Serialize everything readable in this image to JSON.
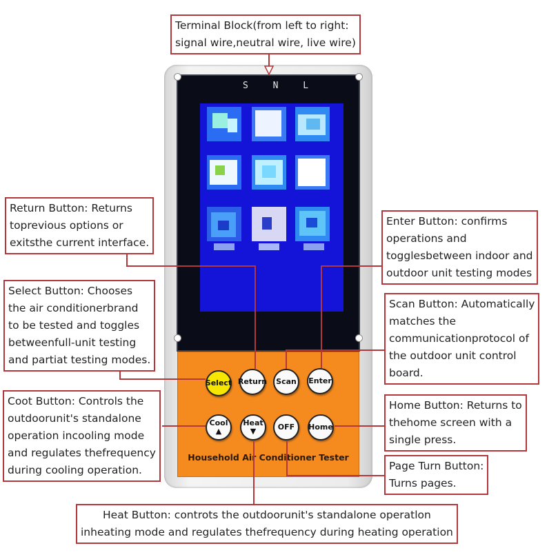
{
  "colors": {
    "callout_border": "#b3363a",
    "panel": "#f58a1f",
    "screen": "#1414d8",
    "select_button": "#f7e600"
  },
  "device": {
    "terminal_label": "S N L",
    "panel_title": "Household Air Conditioner Tester",
    "buttons": {
      "select": "Select",
      "return": "Return",
      "scan": "Scan",
      "enter": "Enter",
      "cool": "Cool",
      "heat": "Heat",
      "off": "OFF",
      "home": "Home",
      "cool_icon": "up-triangle-icon",
      "heat_icon": "down-triangle-icon"
    }
  },
  "callouts": {
    "terminal": [
      "Terminal Block(from left to right:",
      "signal wire,neutral wire, live wire)"
    ],
    "return": [
      "Return Button: Returns",
      "toprevious options or",
      "exitsthe current interface."
    ],
    "enter": [
      "Enter Button: confirms",
      "operations and",
      "togglesbetween indoor and",
      "outdoor unit testing modes"
    ],
    "select": [
      "Select Button: Chooses",
      "the air conditionerbrand",
      "to be tested and toggles",
      "betweenfull-unit testing",
      "and partiat testing modes."
    ],
    "scan": [
      "Scan Button: Automatically",
      "matches the",
      "communicationprotocol of",
      "the outdoor unit control",
      "board."
    ],
    "cool": [
      "Coot Button: Controls the",
      "outdoorunit's standalone",
      "operation incooling mode",
      "and regulates thefrequency",
      "during cooling operation."
    ],
    "home": [
      "Home Button: Returns to",
      "thehome screen with a",
      "single press."
    ],
    "page_turn": [
      "Page Turn Button:",
      "Turns pages."
    ],
    "heat": [
      "Heat Button: controts the outdoorunit's standalone operatlon",
      "inheating mode and regulates thefrequency during heating operation"
    ]
  }
}
